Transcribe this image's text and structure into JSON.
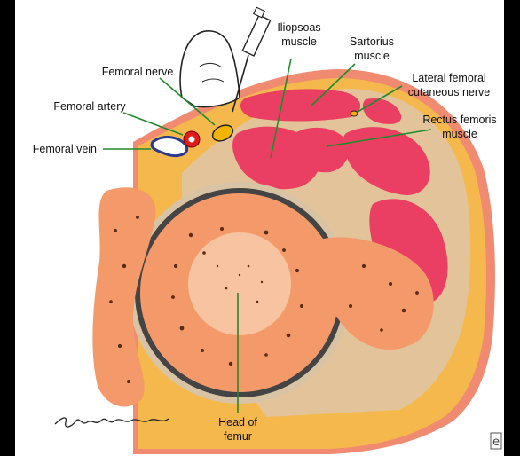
{
  "labels": {
    "femoral_nerve": "Femoral nerve",
    "femoral_artery": "Femoral artery",
    "femoral_vein": "Femoral vein",
    "iliopsoas": [
      "Iliopsoas",
      "muscle"
    ],
    "sartorius": [
      "Sartorius",
      "muscle"
    ],
    "lateral_femoral": [
      "Lateral femoral",
      "cutaneous nerve"
    ],
    "rectus_femoris": [
      "Rectus femoris",
      "muscle"
    ],
    "head_of_femur": [
      "Head of",
      "femur"
    ]
  },
  "signature": "Sharon Wallahan",
  "corner_mark": "e",
  "colors": {
    "fat": "#f5b84d",
    "skin": "#f08a70",
    "muscle": "#ea3f63",
    "bone": "#f49a6a",
    "bone_center": "#f7c3a0",
    "leader": "#1f8b2c",
    "nerve": "#f3b400",
    "artery": "#e21b1b"
  }
}
